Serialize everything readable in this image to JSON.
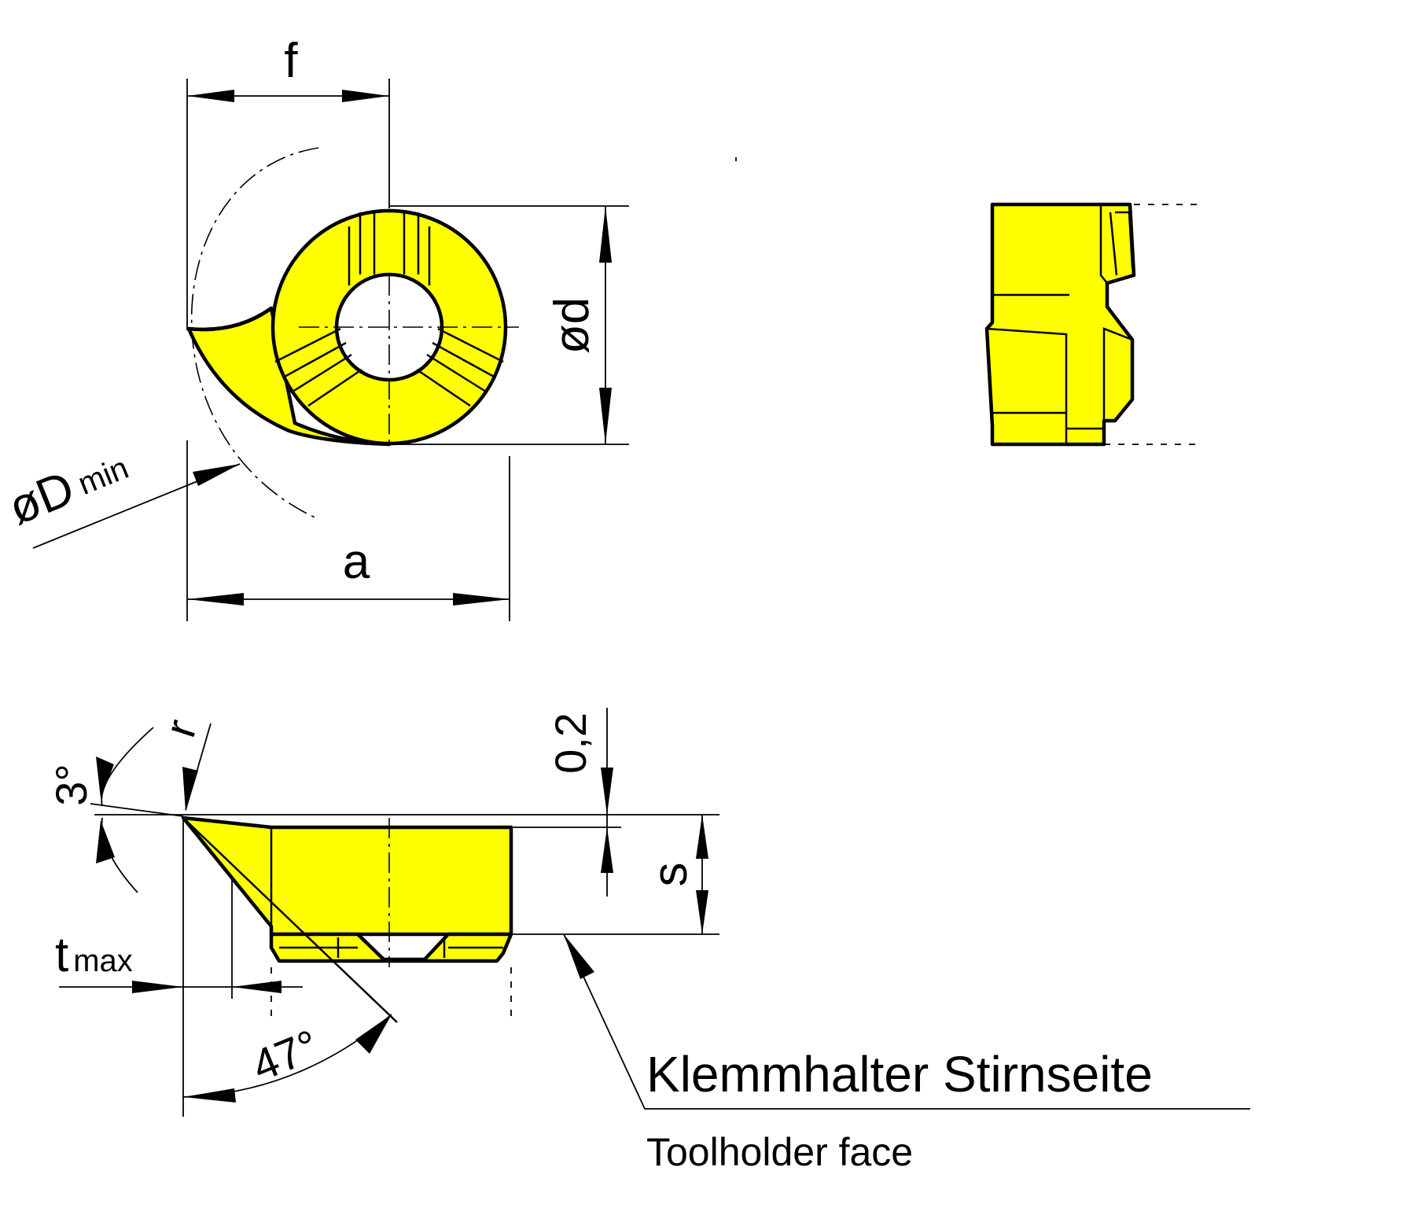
{
  "colors": {
    "insert_fill": "#ffff00",
    "line": "#000000",
    "background": "#ffffff"
  },
  "labels": {
    "f": "f",
    "a": "a",
    "d": "ød",
    "D_main": "øD",
    "D_sub": "min",
    "r": "r",
    "angle3": "3°",
    "t_main": "t",
    "t_sub": "max",
    "angle47": "47°",
    "s": "s",
    "offset": "0,2",
    "holder_de": "Klemmhalter Stirnseite",
    "holder_en": "Toolholder face"
  }
}
